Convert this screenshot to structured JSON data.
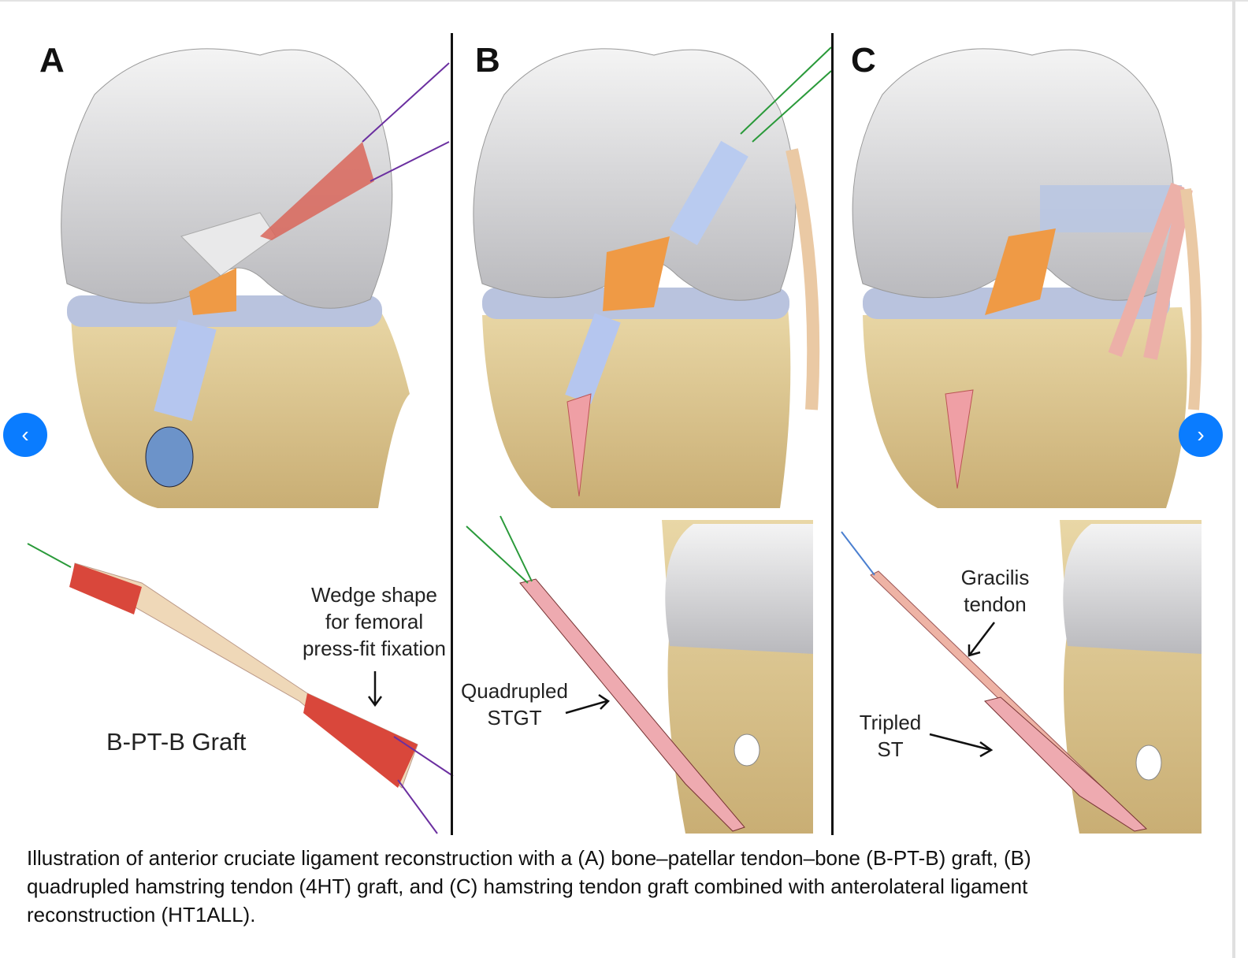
{
  "figure": {
    "panels": [
      {
        "letter": "A",
        "labels": {
          "wedge": "Wedge shape\nfor femoral\npress-fit fixation",
          "graft": "B-PT-B Graft"
        }
      },
      {
        "letter": "B",
        "labels": {
          "quadrupled": "Quadrupled\nSTGT"
        }
      },
      {
        "letter": "C",
        "labels": {
          "gracilis": "Gracilis\ntendon",
          "tripled": "Tripled\nST"
        }
      }
    ]
  },
  "carousel": {
    "prev_icon": "chevron-left-icon",
    "next_icon": "chevron-right-icon",
    "prev_glyph": "‹",
    "next_glyph": "›",
    "accent": "#0a7cff"
  },
  "caption": "Illustration of anterior cruciate ligament reconstruction with a (A) bone–patellar tendon–bone (B-PT-B) graft, (B) quadrupled hamstring tendon (4HT) graft, and (C) hamstring tendon graft combined with anterolateral ligament reconstruction (HT1ALL)."
}
